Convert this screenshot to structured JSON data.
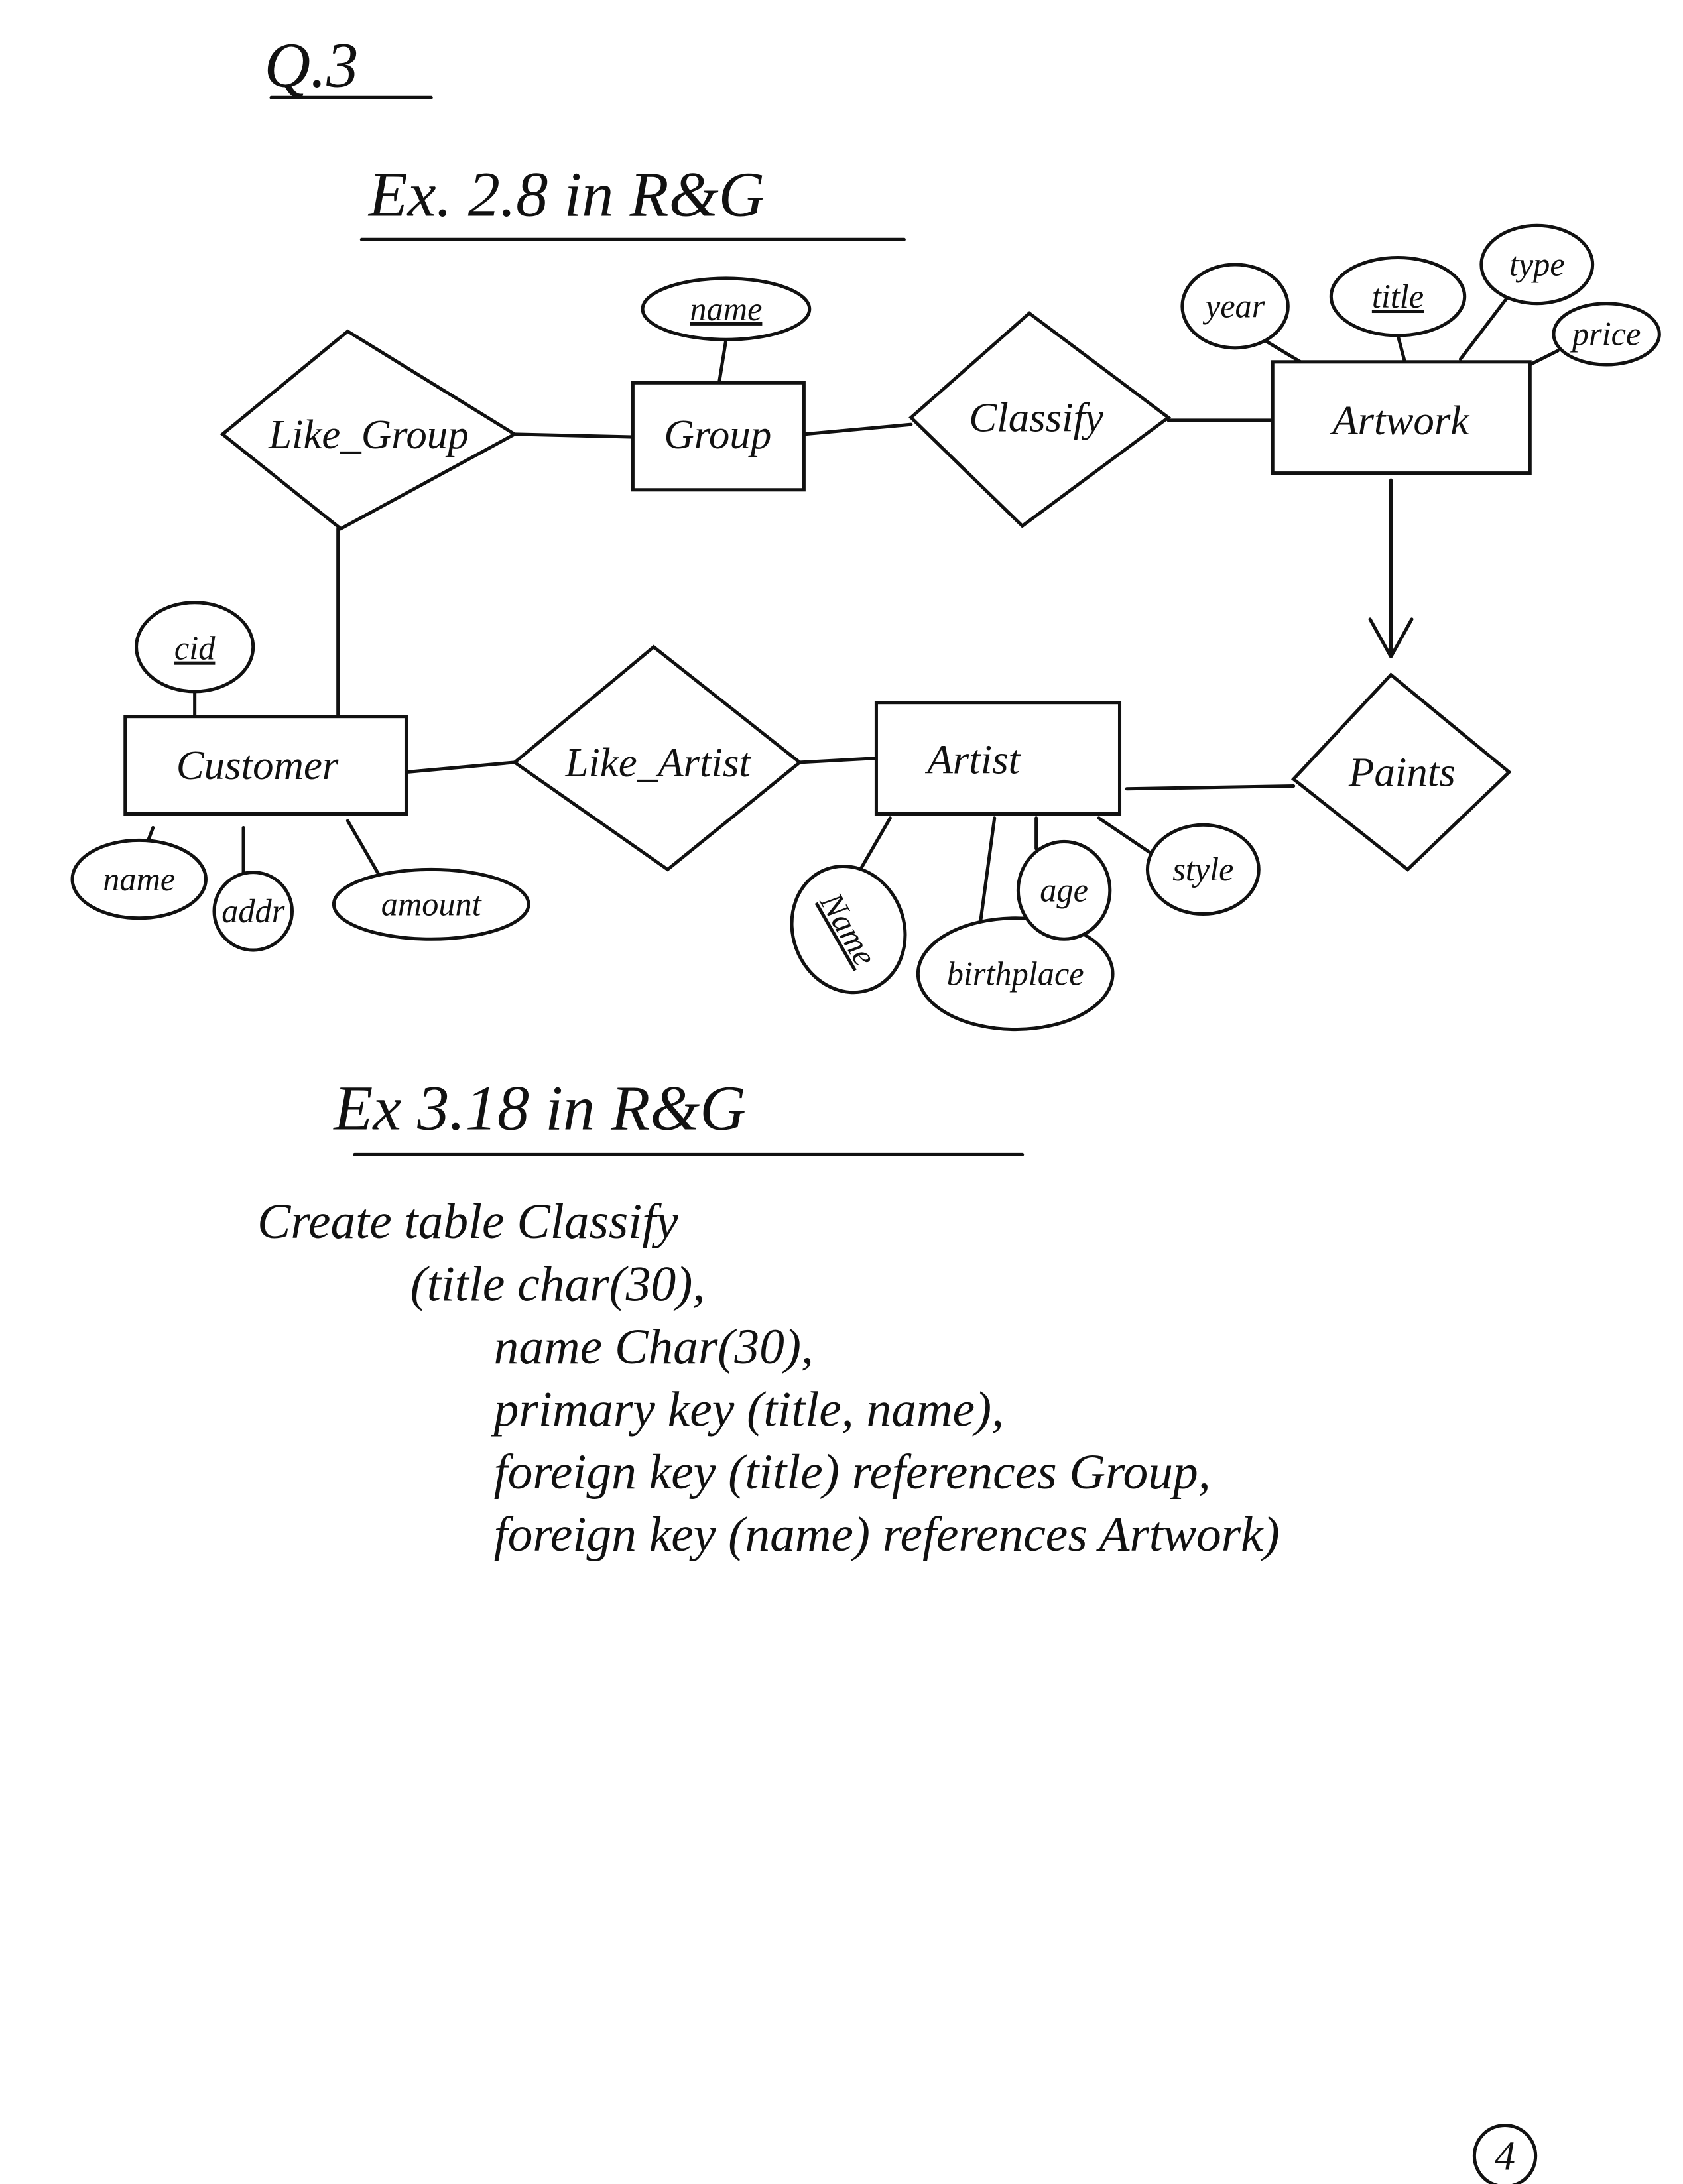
{
  "question_label": "Q.3",
  "section1_heading": "Ex. 2.8 in R&G",
  "entities": {
    "group": "Group",
    "artwork": "Artwork",
    "artist": "Artist",
    "customer": "Customer"
  },
  "relationships": {
    "like_group": "Like_Group",
    "classify": "Classify",
    "paints": "Paints",
    "like_artist": "Like_Artist"
  },
  "attributes": {
    "group_name": "name",
    "artwork_year": "year",
    "artwork_title": "title",
    "artwork_type": "type",
    "artwork_price": "price",
    "customer_cid": "cid",
    "customer_name": "name",
    "customer_addr": "addr",
    "customer_amount": "amount",
    "artist_name": "Name",
    "artist_birthplace": "birthplace",
    "artist_age": "age",
    "artist_style": "style"
  },
  "section2_heading": "Ex 3.18 in R&G",
  "sql_lines": [
    "Create table Classify",
    "(title char(30),",
    "name Char(30),",
    "primary key (title, name),",
    "foreign key (title) references Group,",
    "foreign key (name) references Artwork)"
  ],
  "page_number": "4"
}
